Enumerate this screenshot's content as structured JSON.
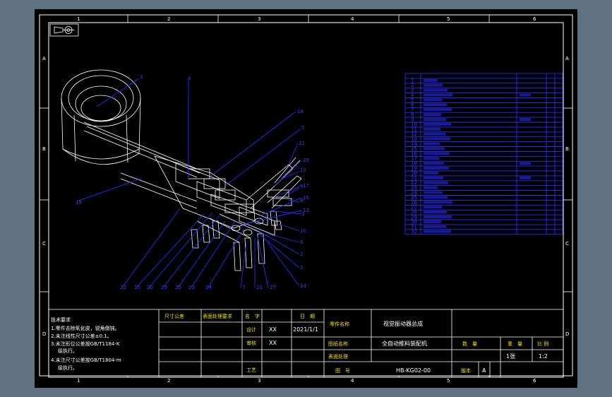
{
  "zones": {
    "columns": [
      "1",
      "2",
      "3",
      "4",
      "5",
      "6"
    ],
    "rows": [
      "A",
      "B",
      "C",
      "D"
    ]
  },
  "callouts": [
    "1",
    "4",
    "18",
    "5",
    "11",
    "12",
    "9",
    "8",
    "19",
    "3",
    "10",
    "6",
    "2",
    "3",
    "14",
    "7",
    "21",
    "27",
    "24",
    "23",
    "25",
    "29",
    "20",
    "15",
    "22",
    "28",
    "17",
    "16",
    "13"
  ],
  "bom_rows": [
    "1",
    "2",
    "3",
    "4",
    "5",
    "6",
    "7",
    "8",
    "9",
    "10",
    "11",
    "12",
    "13",
    "14",
    "15",
    "16",
    "17",
    "18",
    "19",
    "20",
    "21",
    "22",
    "23",
    "24",
    "25",
    "26",
    "27",
    "28",
    "29",
    "30",
    "31",
    "32"
  ],
  "tech_notes": {
    "title": "技术要求",
    "lines": [
      "1.零件去除氧化皮，锐角倒钝。",
      "2.未注线性尺寸公差±0.1。",
      "3.未注形位公差按GB/T1184-K",
      "级执行。",
      "4.未注尺寸公差按GB/T1804-m",
      "级执行。"
    ]
  },
  "title_block": {
    "col_size": "尺寸公差",
    "col_method": "表面处理要求",
    "name_head": "名　字",
    "date_head": "日　期",
    "design": "设计",
    "design_name": "XX",
    "design_date": "2021/1/1",
    "check": "审核",
    "check_name": "XX",
    "process": "工艺",
    "material_label": "零件名称",
    "material_value": "视觉振动器总成",
    "part_label": "图纸名称",
    "part_value": "全自动推料装配机",
    "surface_label": "表面处理",
    "drawing_no_label": "图　号",
    "drawing_no": "HB-KG02-00",
    "version_label": "版本",
    "version": "A",
    "qty_label": "数　量",
    "weight_label": "重　量",
    "scale_label": "比 例",
    "sheet": "1张",
    "scale": "1:2"
  }
}
